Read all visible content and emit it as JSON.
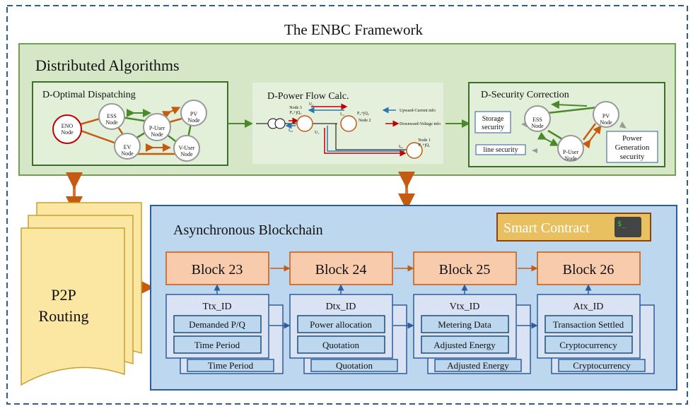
{
  "title": "The ENBC Framework",
  "distributed": {
    "title": "Distributed Algorithms",
    "optimal": {
      "title": "D-Optimal Dispatching",
      "nodes": {
        "eno": [
          "ENO",
          "Node"
        ],
        "ess": [
          "ESS",
          "Node"
        ],
        "puser": [
          "P-User",
          "Node"
        ],
        "pv": [
          "PV",
          "Node"
        ],
        "ev": [
          "EV",
          "Node"
        ],
        "vuser": [
          "V-User",
          "Node"
        ]
      }
    },
    "powerflow": {
      "title": "D-Power Flow Calc.",
      "node3": "Node 3",
      "node3_pq": "P₃+jQ₃",
      "node2": "Node 2",
      "node2_pq": "P₂+jQ₂",
      "node1": "Node 1",
      "node1_pq": "P₁+jQ₁",
      "u1": "U₁",
      "u2": "U₂",
      "i12": "I₁₂",
      "i23": "I₂₃",
      "i01": "I₀₁",
      "legend_up": "Upward-Current info",
      "legend_down": "Downward-Voltage info",
      "colors": {
        "up": "#2e75b6",
        "down": "#c00000"
      }
    },
    "security": {
      "title": "D-Security Correction",
      "storage": [
        "Storage",
        "security"
      ],
      "line": "line security",
      "power": [
        "Power",
        "Generation",
        "security"
      ],
      "nodes": {
        "ess": [
          "ESS",
          "Node"
        ],
        "pv": [
          "PV",
          "Node"
        ],
        "puser": [
          "P-User",
          "Node"
        ]
      }
    }
  },
  "p2p": {
    "label": [
      "P2P",
      "Routing"
    ]
  },
  "blockchain": {
    "title": "Asynchronous Blockchain",
    "smart_contract": "Smart Contract",
    "terminal_glyph": "$_",
    "blocks": [
      {
        "label": "Block 23",
        "tx_id": "Ttx_ID",
        "fields": [
          "Demanded P/Q",
          "Time Period"
        ]
      },
      {
        "label": "Block 24",
        "tx_id": "Dtx_ID",
        "fields": [
          "Power allocation",
          "Quotation"
        ]
      },
      {
        "label": "Block 25",
        "tx_id": "Vtx_ID",
        "fields": [
          "Metering Data",
          "Adjusted Energy"
        ]
      },
      {
        "label": "Block 26",
        "tx_id": "Atx_ID",
        "fields": [
          "Transaction Settled",
          "Cryptocurrency"
        ]
      }
    ]
  },
  "colors": {
    "green_panel": "#d6e7c8",
    "blue_panel": "#bdd7ee",
    "block": "#f8cbad",
    "orange": "#c55a11",
    "p2p": "#fbe6a2",
    "dash": "#2e5c9a"
  }
}
